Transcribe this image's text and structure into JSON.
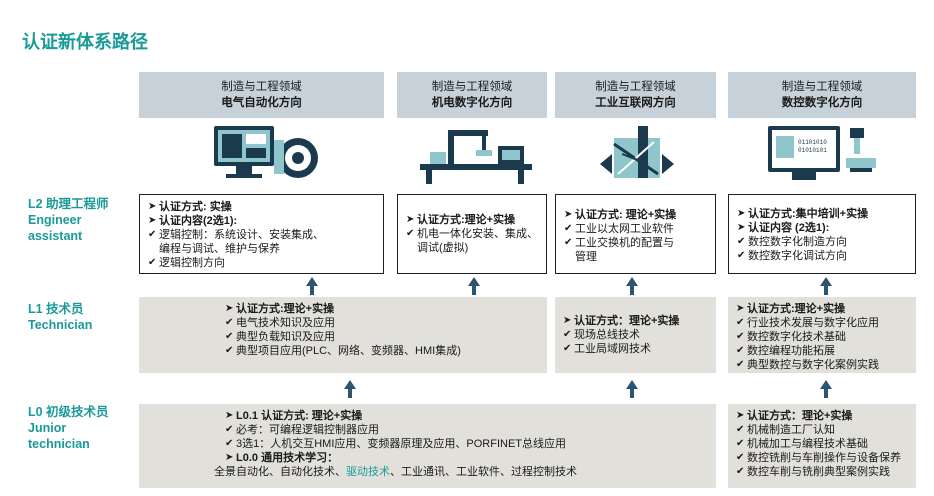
{
  "page": {
    "title": "认证新体系路径"
  },
  "columns": [
    {
      "line1": "制造与工程领域",
      "line2": "电气自动化方向",
      "icon": "monitor-gear-icon"
    },
    {
      "line1": "制造与工程领域",
      "line2": "机电数字化方向",
      "icon": "mechatronics-line-icon"
    },
    {
      "line1": "制造与工程领域",
      "line2": "工业互联网方向",
      "icon": "network-city-icon"
    },
    {
      "line1": "制造与工程领域",
      "line2": "数控数字化方向",
      "icon": "cnc-monitor-icon"
    }
  ],
  "levels": {
    "l2": {
      "title": "L2 助理工程师",
      "en1": "Engineer",
      "en2": "assistant"
    },
    "l1": {
      "title": "L1 技术员",
      "en1": "Technician"
    },
    "l0": {
      "title": "L0 初级技术员",
      "en1": "Junior",
      "en2": "technician"
    }
  },
  "l2_boxes": [
    [
      "认证方式: 实操",
      "认证内容(2选1):",
      "逻辑控制：系统设计、安装集成、",
      "编程与调试、维护与保养",
      "逻辑控制方向"
    ],
    [
      "认证方式:理论+实操",
      "机电一体化安装、集成、",
      "调试(虚拟)"
    ],
    [
      "认证方式: 理论+实操",
      "工业以太网工业软件",
      "工业交换机的配置与",
      "管理"
    ],
    [
      "认证方式:集中培训+实操",
      "认证内容 (2选1):",
      "数控数字化制造方向",
      "数控数字化调试方向"
    ]
  ],
  "l1_boxes": [
    [
      "认证方式:理论+实操",
      "电气技术知识及应用",
      "典型负载知识及应用",
      "典型项目应用(PLC、网络、变频器、HMI集成)"
    ],
    [
      "认证方式：理论+实操",
      "现场总线技术",
      "工业局域网技术"
    ],
    [
      "认证方式:理论+实操",
      "行业技术发展与数字化应用",
      "数控数字化技术基础",
      "数控编程功能拓展",
      "典型数控与数字化案例实践"
    ]
  ],
  "l0_left": {
    "line1": "L0.1 认证方式: 理论+实操",
    "line2": "必考：可编程逻辑控制器应用",
    "line3": "3选1：人机交互HMI应用、变频器原理及应用、PORFINET总线应用",
    "line4": "L0.0  通用技术学习：",
    "line5a": "全景自动化、自动化技术、",
    "line5b": "驱动技术",
    "line5c": "、工业通讯、工业软件、过程控制技术"
  },
  "l0_right": [
    "认证方式：理论+实操",
    "机械制造工厂认知",
    "机械加工与编程技术基础",
    "数控铣削与车削操作与设备保养",
    "数控车削与铣削典型案例实践"
  ],
  "colors": {
    "teal": "#1b9a9a",
    "header_grey": "#c6d1d9",
    "box_grey": "#e1e0db",
    "arrow": "#2c5470"
  }
}
